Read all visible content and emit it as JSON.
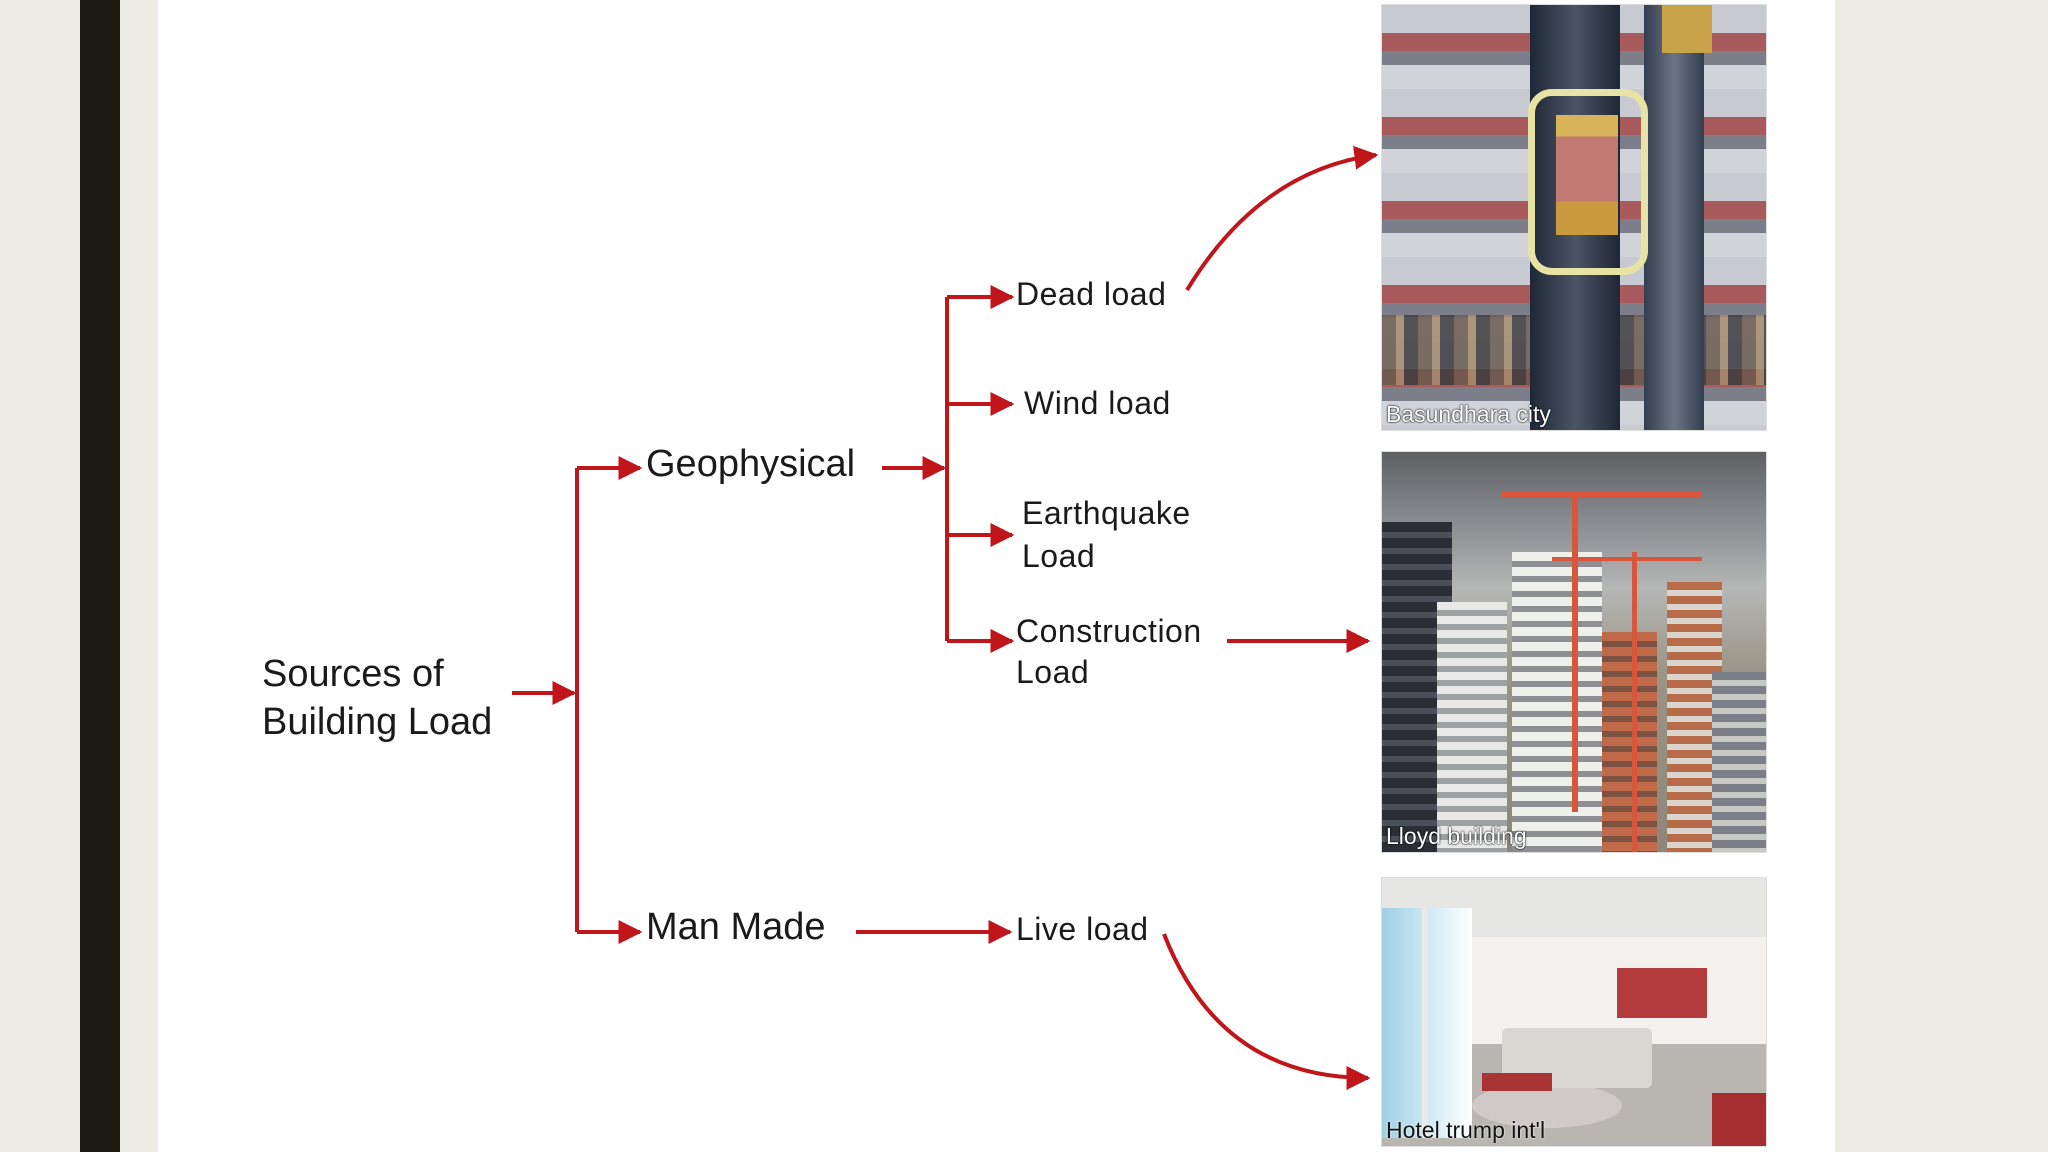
{
  "diagram": {
    "root": [
      "Sources  of",
      "Building Load"
    ],
    "categories": [
      {
        "id": "geophysical",
        "label": "Geophysical"
      },
      {
        "id": "man_made",
        "label": "Man Made"
      }
    ],
    "loads": {
      "dead": "Dead load",
      "wind": "Wind load",
      "earthquake": [
        "Earthquake",
        "Load"
      ],
      "construction": [
        "Construction",
        "Load"
      ],
      "live": "Live load"
    }
  },
  "photos": [
    {
      "caption": "Basundhara city"
    },
    {
      "caption": "Lloyd building"
    },
    {
      "caption": "Hotel trump int'l"
    }
  ],
  "colors": {
    "arrow": "#c0151b",
    "sidebar_dark": "#1d1a12",
    "background": "#eeede5"
  }
}
